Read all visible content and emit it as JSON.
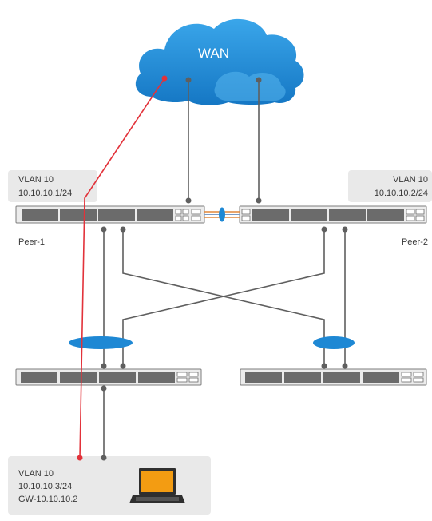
{
  "cloud": {
    "label": "WAN"
  },
  "peer1": {
    "vlan": "VLAN 10",
    "ip": "10.10.10.1/24",
    "name": "Peer-1"
  },
  "peer2": {
    "vlan": "VLAN 10",
    "ip": "10.10.10.2/24",
    "name": "Peer-2"
  },
  "host": {
    "vlan": "VLAN 10",
    "ip": "10.10.10.3/24",
    "gateway": "GW-10.10.10.2"
  },
  "colors": {
    "cloud": "#1e88d4",
    "lag": "#1e88d4",
    "default_route": "#e2323a",
    "link": "#5f5f5f",
    "laptop_screen": "#f39c12"
  }
}
